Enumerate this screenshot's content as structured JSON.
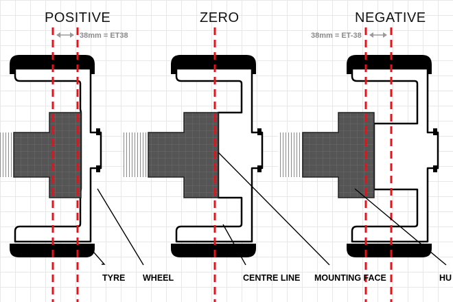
{
  "titles": {
    "positive": "POSITIVE",
    "zero": "ZERO",
    "negative": "NEGATIVE"
  },
  "measurements": {
    "positive": "38mm = ET38",
    "negative": "38mm = ET-38"
  },
  "labels": {
    "tyre": "TYRE",
    "wheel": "WHEEL",
    "centre_line": "CENTRE LINE",
    "mounting_face": "MOUNTING FACE",
    "hub": "HU"
  },
  "colors": {
    "centre_line": "#e0141a",
    "hub": "#555555",
    "outline": "#000000",
    "measure": "#9a9a9a",
    "grid": "#e7e7e7"
  }
}
